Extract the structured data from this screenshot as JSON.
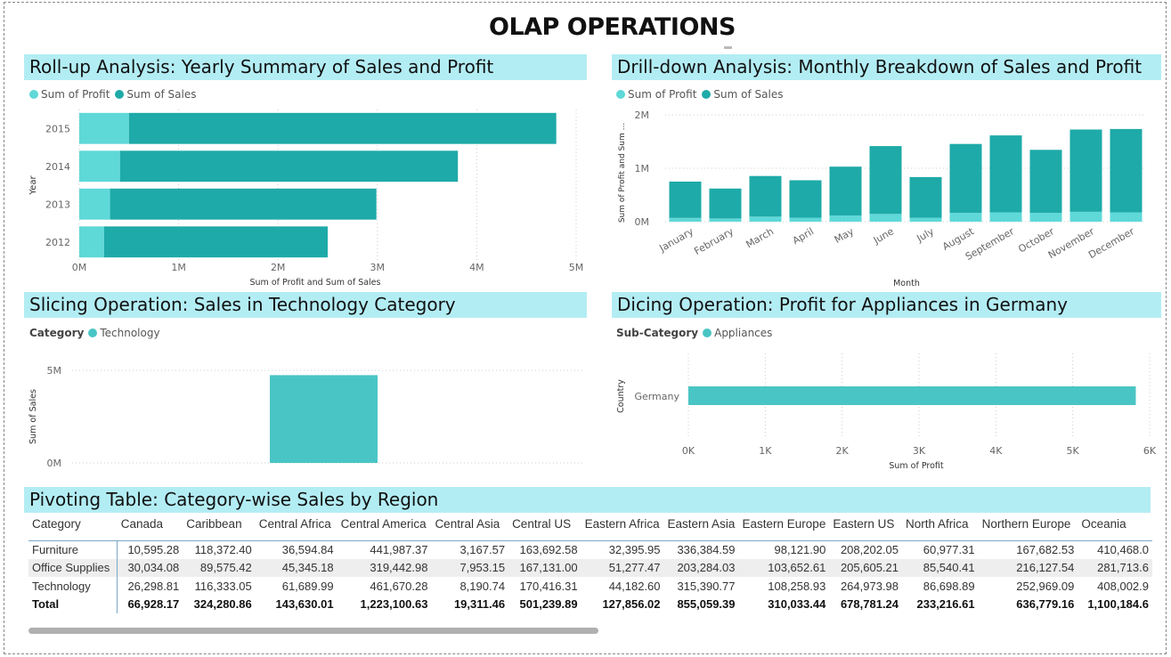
{
  "page_title": "OLAP OPERATIONS",
  "colors": {
    "profit": "#5fd8d8",
    "sales": "#1eaaa8",
    "single": "#4ac5c5",
    "header_bg": "#b3edf4"
  },
  "panels": {
    "rollup": {
      "title": "Roll-up Analysis: Yearly Summary of Sales and Profit",
      "legend": [
        "Sum of Profit",
        "Sum of Sales"
      ]
    },
    "drilldown": {
      "title": "Drill-down Analysis: Monthly Breakdown of Sales and Profit",
      "legend": [
        "Sum of Profit",
        "Sum of Sales"
      ]
    },
    "slicing": {
      "title": "Slicing Operation: Sales in Technology Category",
      "legend_title": "Category",
      "legend": [
        "Technology"
      ]
    },
    "dicing": {
      "title": "Dicing Operation: Profit for Appliances in Germany",
      "legend_title": "Sub-Category",
      "legend": [
        "Appliances"
      ]
    },
    "pivot": {
      "title": "Pivoting Table: Category-wise Sales by Region"
    }
  },
  "chart_data": [
    {
      "id": "rollup",
      "type": "bar",
      "orientation": "horizontal",
      "stacked": true,
      "categories": [
        "2015",
        "2014",
        "2013",
        "2012"
      ],
      "series": [
        {
          "name": "Sum of Profit",
          "values": [
            500000,
            410000,
            310000,
            250000
          ]
        },
        {
          "name": "Sum of Sales",
          "values": [
            4300000,
            3400000,
            2680000,
            2250000
          ]
        }
      ],
      "xlabel": "Sum of Profit and Sum of Sales",
      "ylabel": "Year",
      "xlim": [
        0,
        5000000
      ],
      "xticks": [
        "0M",
        "1M",
        "2M",
        "3M",
        "4M",
        "5M"
      ],
      "grid": true,
      "legend": "top-left"
    },
    {
      "id": "drilldown",
      "type": "bar",
      "stacked": true,
      "categories": [
        "January",
        "February",
        "March",
        "April",
        "May",
        "June",
        "July",
        "August",
        "September",
        "October",
        "November",
        "December"
      ],
      "series": [
        {
          "name": "Sum of Profit",
          "values": [
            70000,
            60000,
            95000,
            75000,
            115000,
            145000,
            75000,
            165000,
            175000,
            165000,
            185000,
            175000
          ]
        },
        {
          "name": "Sum of Sales",
          "values": [
            680000,
            560000,
            760000,
            700000,
            915000,
            1270000,
            760000,
            1290000,
            1440000,
            1180000,
            1540000,
            1560000
          ]
        }
      ],
      "xlabel": "Month",
      "ylabel": "Sum of Profit and Sum ...",
      "ylim": [
        0,
        2000000
      ],
      "yticks": [
        "0M",
        "1M",
        "2M"
      ],
      "grid": true,
      "legend": "top-left"
    },
    {
      "id": "slicing",
      "type": "bar",
      "categories": [
        "Technology"
      ],
      "series": [
        {
          "name": "Technology",
          "values": [
            4740000
          ]
        }
      ],
      "ylabel": "Sum of Sales",
      "ylim": [
        0,
        5000000
      ],
      "yticks": [
        "0M",
        "5M"
      ],
      "grid": true,
      "legend": "top-left"
    },
    {
      "id": "dicing",
      "type": "bar",
      "orientation": "horizontal",
      "categories": [
        "Germany"
      ],
      "series": [
        {
          "name": "Appliances",
          "values": [
            5820
          ]
        }
      ],
      "xlabel": "Sum of Profit",
      "ylabel": "Country",
      "xlim": [
        0,
        6000
      ],
      "xticks": [
        "0K",
        "1K",
        "2K",
        "3K",
        "4K",
        "5K",
        "6K"
      ],
      "grid": true,
      "legend": "top-left"
    },
    {
      "id": "pivot",
      "type": "table",
      "columns": [
        "Category",
        "Canada",
        "Caribbean",
        "Central Africa",
        "Central America",
        "Central Asia",
        "Central US",
        "Eastern Africa",
        "Eastern Asia",
        "Eastern Europe",
        "Eastern US",
        "North Africa",
        "Northern Europe",
        "Oceania"
      ],
      "rows": [
        [
          "Furniture",
          "10,595.28",
          "118,372.40",
          "36,594.84",
          "441,987.37",
          "3,167.57",
          "163,692.58",
          "32,395.95",
          "336,384.59",
          "98,121.90",
          "208,202.05",
          "60,977.31",
          "167,682.53",
          "410,468.0"
        ],
        [
          "Office Supplies",
          "30,034.08",
          "89,575.42",
          "45,345.18",
          "319,442.98",
          "7,953.15",
          "167,131.00",
          "51,277.47",
          "203,284.03",
          "103,652.61",
          "205,605.21",
          "85,540.41",
          "216,127.54",
          "281,713.6"
        ],
        [
          "Technology",
          "26,298.81",
          "116,333.05",
          "61,689.99",
          "461,670.28",
          "8,190.74",
          "170,416.31",
          "44,182.60",
          "315,390.77",
          "108,258.93",
          "264,973.98",
          "86,698.89",
          "252,969.09",
          "408,002.9"
        ]
      ],
      "total": [
        "Total",
        "66,928.17",
        "324,280.86",
        "143,630.01",
        "1,223,100.63",
        "19,311.46",
        "501,239.89",
        "127,856.02",
        "855,059.39",
        "310,033.44",
        "678,781.24",
        "233,216.61",
        "636,779.16",
        "1,100,184.6"
      ]
    }
  ]
}
